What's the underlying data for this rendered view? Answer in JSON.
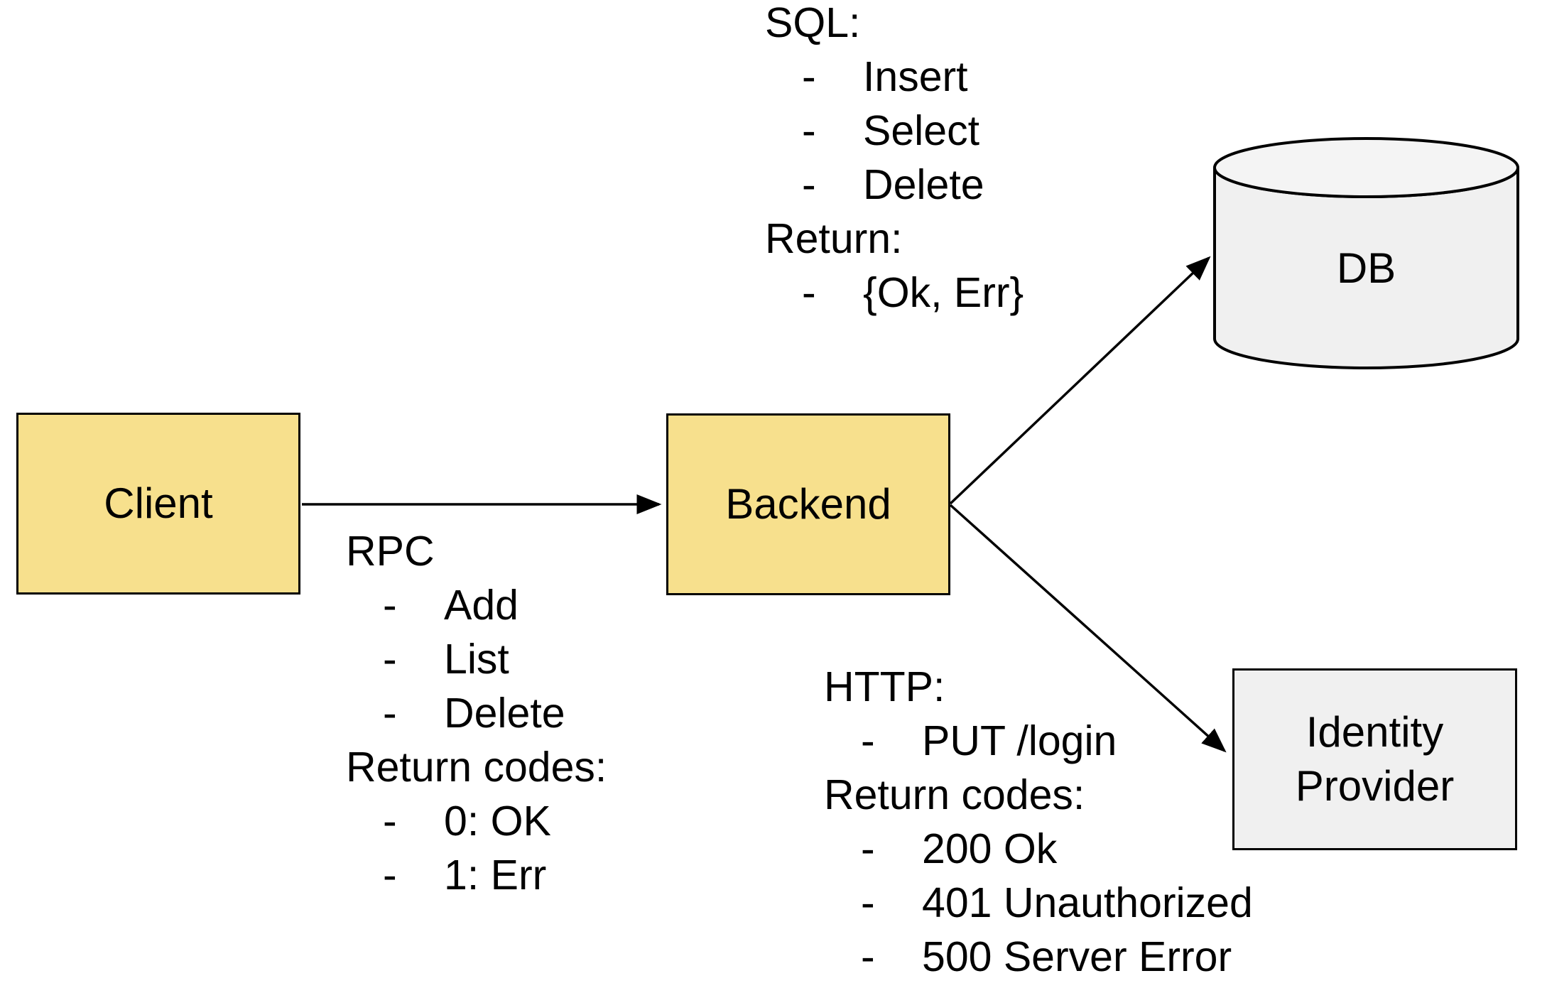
{
  "nodes": {
    "client": {
      "label": "Client"
    },
    "backend": {
      "label": "Backend"
    },
    "db": {
      "label": "DB"
    },
    "identity_provider": {
      "label": "Identity Provider"
    }
  },
  "annotations": {
    "bullet": "-",
    "sql": {
      "lines": [
        {
          "text": "SQL:",
          "bulleted": false
        },
        {
          "text": "Insert",
          "bulleted": true
        },
        {
          "text": "Select",
          "bulleted": true
        },
        {
          "text": "Delete",
          "bulleted": true
        },
        {
          "text": "Return:",
          "bulleted": false
        },
        {
          "text": "{Ok, Err}",
          "bulleted": true
        }
      ]
    },
    "rpc": {
      "lines": [
        {
          "text": "RPC",
          "bulleted": false
        },
        {
          "text": "Add",
          "bulleted": true
        },
        {
          "text": "List",
          "bulleted": true
        },
        {
          "text": "Delete",
          "bulleted": true
        },
        {
          "text": "Return codes:",
          "bulleted": false
        },
        {
          "text": "0: OK",
          "bulleted": true
        },
        {
          "text": "1: Err",
          "bulleted": true
        }
      ]
    },
    "http": {
      "lines": [
        {
          "text": "HTTP:",
          "bulleted": false
        },
        {
          "text": "PUT /login",
          "bulleted": true
        },
        {
          "text": "Return codes:",
          "bulleted": false
        },
        {
          "text": "200 Ok",
          "bulleted": true
        },
        {
          "text": "401 Unauthorized",
          "bulleted": true
        },
        {
          "text": "500 Server Error",
          "bulleted": true
        }
      ]
    }
  },
  "colors": {
    "ink": "#000000",
    "node_yellow": "#F7E08D",
    "node_gray": "#F0F0F0",
    "cylinder_top": "#F4F4F4",
    "background": "#FFFFFF"
  }
}
